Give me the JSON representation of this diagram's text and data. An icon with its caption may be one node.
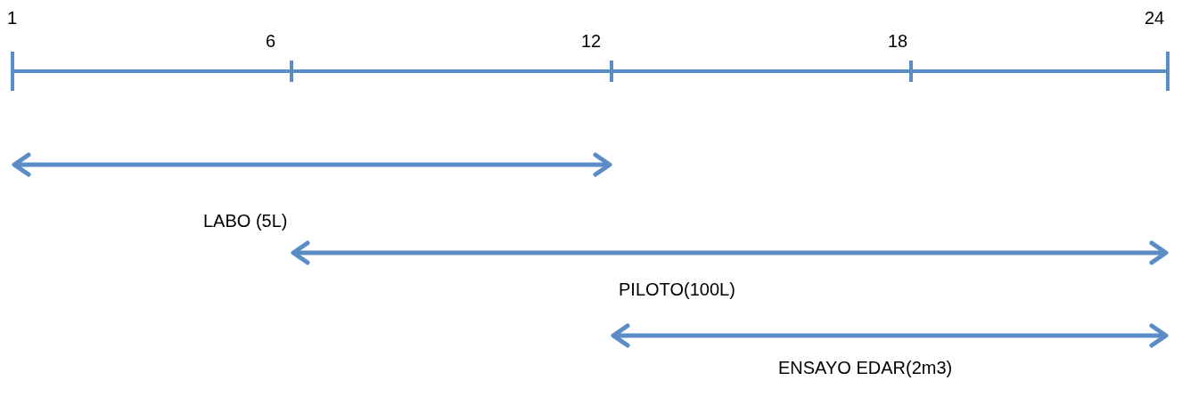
{
  "diagram": {
    "labels": [
      "1",
      "6",
      "12",
      "18",
      "24",
      "LABO (5L)",
      "PILOTO(100L)",
      "ENSAYO EDAR(2m3)"
    ]
  }
}
